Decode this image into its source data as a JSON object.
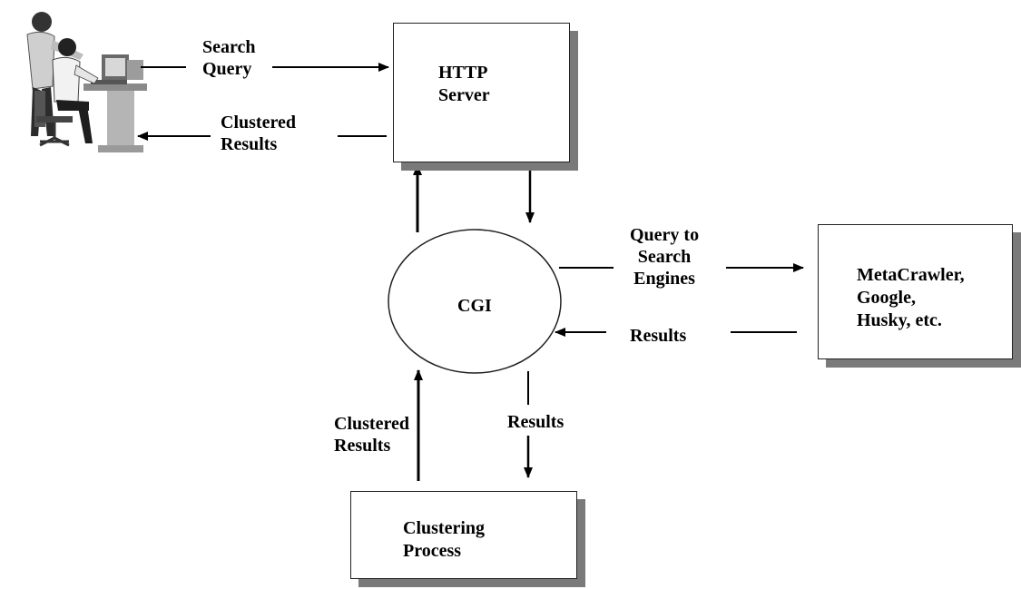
{
  "nodes": {
    "http_server": [
      "HTTP",
      "Server"
    ],
    "cgi": "CGI",
    "search_engines": [
      "MetaCrawler,",
      "Google,",
      "Husky, etc."
    ],
    "clustering": [
      "Clustering",
      "Process"
    ]
  },
  "edges": {
    "search_query": [
      "Search",
      "Query"
    ],
    "clustered_results_top": [
      "Clustered",
      "Results"
    ],
    "query_to_engines": [
      "Query to",
      "Search",
      "Engines"
    ],
    "results_right": "Results",
    "results_down": "Results",
    "clustered_results_up": [
      "Clustered",
      "Results"
    ]
  },
  "colors": {
    "line": "#000000",
    "shadow": "#7a7a7a",
    "box_border": "#222222"
  }
}
